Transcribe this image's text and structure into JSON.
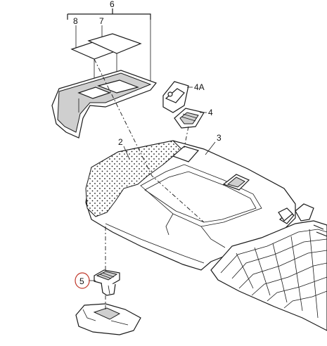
{
  "callouts": {
    "c6": "6",
    "c8": "8",
    "c7": "7",
    "c4A": "4A",
    "c4": "4",
    "c3": "3",
    "c2": "2",
    "c5": "5"
  },
  "colors": {
    "line": "#1a1a1a",
    "shade": "#cfcfcf",
    "highlight_circle": "#c0392b"
  }
}
